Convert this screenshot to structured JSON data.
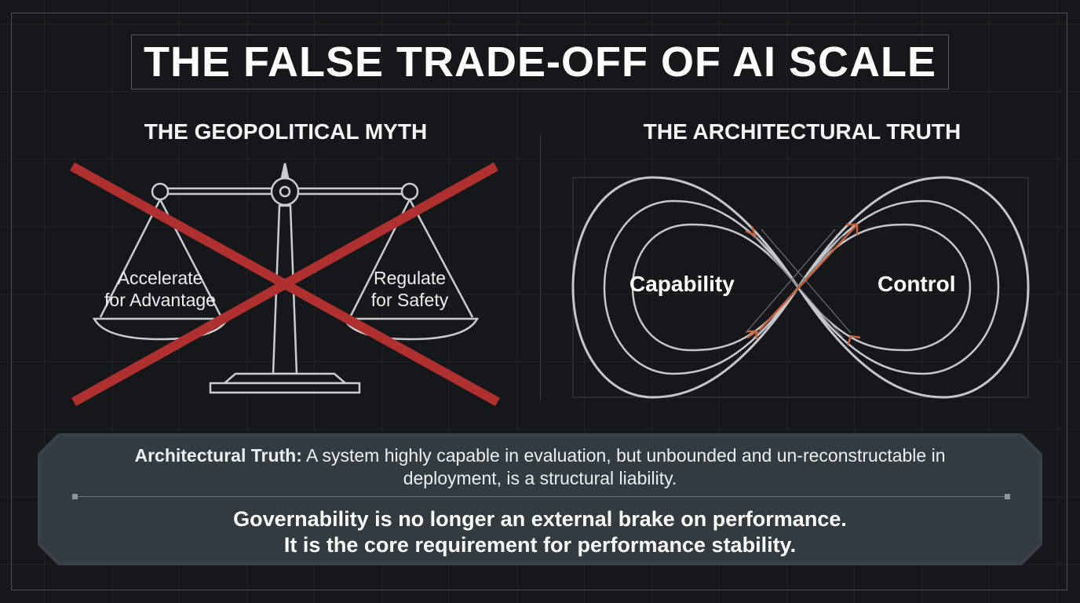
{
  "title": "THE FALSE TRADE-OFF OF AI SCALE",
  "left_panel": {
    "heading": "THE GEOPOLITICAL MYTH",
    "left_pan_label": "Accelerate\nfor Advantage",
    "right_pan_label": "Regulate\nfor Safety",
    "scale_icon": "balance-scale-icon",
    "cross_icon": "red-x-icon",
    "cross_color": "#b03030"
  },
  "right_panel": {
    "heading": "THE ARCHITECTURAL TRUTH",
    "left_loop_label": "Capability",
    "right_loop_label": "Control",
    "loop_icon": "infinity-loop-icon",
    "arrow_color": "#c8623a"
  },
  "bottom": {
    "truth_lead": "Architectural Truth:",
    "truth_body": " A system highly capable in evaluation, but unbounded and un-reconstructable in deployment, is a structural liability.",
    "conclusion_line1": "Governability is no longer an external brake on performance.",
    "conclusion_line2": "It is the core requirement for performance stability."
  }
}
